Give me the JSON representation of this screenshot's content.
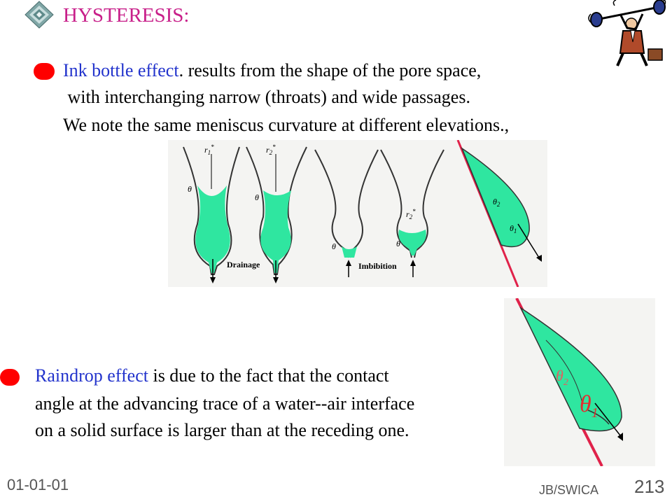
{
  "slide": {
    "title": "HYSTERESIS:",
    "ink": {
      "term": "Ink bottle effect",
      "rest": ". results from the shape of the pore space,",
      "line2": " with interchanging narrow (throats) and wide passages.",
      "line3": "We note the same meniscus curvature at different elevations.,"
    },
    "raindrop": {
      "term": "Raindrop effect",
      "rest": " is due to the fact that the contact",
      "line2": "angle at the advancing trace of a water--air interface",
      "line3": "on a solid surface is larger than at the receding one."
    },
    "figure1": {
      "r1": "r",
      "r1_sub": "1",
      "r1_sup": "*",
      "r2": "r",
      "r2_sub": "2",
      "r2_sup": "*",
      "theta": "θ",
      "drainage": "Drainage",
      "imbibition": "Imbibition",
      "theta2": "θ",
      "theta2_sub": "2",
      "theta1": "θ",
      "theta1_sub": "1"
    },
    "figure2": {
      "theta2": "θ",
      "theta2_sub": "2",
      "theta1": "θ",
      "theta1_sub": "1"
    },
    "footer": {
      "date": "01-01-01",
      "org": "JB/SWICA",
      "page": "213"
    },
    "colors": {
      "title": "#c8208a",
      "term": "#2233cc",
      "bullet": "#ff0000",
      "fluid": "#2fe6a0",
      "solid_line": "#e0224a"
    }
  }
}
